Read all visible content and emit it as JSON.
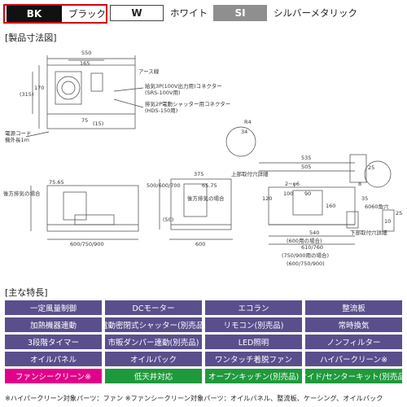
{
  "colors": {
    "items": [
      {
        "code": "BK",
        "name": "ブラック",
        "swatch": "#111111",
        "selected": true
      },
      {
        "code": "W",
        "name": "ホワイト",
        "swatch": "#ffffff",
        "selected": false
      },
      {
        "code": "SI",
        "name": "シルバーメタリック",
        "swatch": "#8f8f8f",
        "selected": false
      }
    ],
    "selected_outline": "#d4000f"
  },
  "drawing": {
    "title": "[製品寸法図]",
    "labels": {
      "d550": "550",
      "d165": "165",
      "earth": "アース線",
      "d315": "(315)",
      "d170": "170",
      "d75a": "75",
      "conn1a": "給気3P(100V出力用)コネクター",
      "conn1b": "(SRS-100V用)",
      "conn2a": "排気2P電動シャッター用コネクター",
      "conn2b": "(HDS-150用)",
      "d15": "(15)",
      "cord1": "電源コード",
      "cord2": "機外長1m",
      "r4": "R4",
      "d34": "34",
      "d535": "535",
      "d505": "505",
      "top_mount": "上部取付穴詳細",
      "d25": "25",
      "d8": "8",
      "d2x6": "2−φ6",
      "d100": "100",
      "d90": "90",
      "d120": "120",
      "d35": "35",
      "d160": "160",
      "d6060": "6060角穴",
      "d375": "375",
      "d6575": "65.75",
      "d7565": "75.65",
      "d500range": "500/600/700",
      "sideflow": "後方排気の場合",
      "d50": "(50)",
      "d600sub": "600/750/900",
      "d600": "600",
      "d540": "540",
      "d610": "610/760",
      "d750": "(750/900用の場合)",
      "d540b": "(600用の場合)",
      "bottom_mount": "下部取付穴詳細",
      "d10": "10",
      "d25b": "25",
      "duct_note": "後方排気の場合",
      "front_dim": "(600/750/900)"
    }
  },
  "features_title": "[主な特長]",
  "features": [
    {
      "label": "一定風量制御",
      "style": "purple"
    },
    {
      "label": "DCモーター",
      "style": "purple"
    },
    {
      "label": "エコラン",
      "style": "purple"
    },
    {
      "label": "整流板",
      "style": "purple"
    },
    {
      "label": "加熱機器連動",
      "style": "purple"
    },
    {
      "label": "電動密閉式シャッター(別売品)",
      "style": "purple"
    },
    {
      "label": "リモコン(別売品)",
      "style": "purple"
    },
    {
      "label": "常時換気",
      "style": "purple"
    },
    {
      "label": "3段階タイマー",
      "style": "purple"
    },
    {
      "label": "市販ダンパー連動(別売品)",
      "style": "purple"
    },
    {
      "label": "LED照明",
      "style": "purple"
    },
    {
      "label": "ノンフィルター",
      "style": "purple"
    },
    {
      "label": "オイルパネル",
      "style": "purple"
    },
    {
      "label": "オイルパック",
      "style": "purple"
    },
    {
      "label": "ワンタッチ着脱ファン",
      "style": "purple"
    },
    {
      "label": "ハイパークリーン※",
      "style": "purple"
    },
    {
      "label": "ファンシークリーン※",
      "style": "pink"
    },
    {
      "label": "低天井対応",
      "style": "green"
    },
    {
      "label": "オープンキッチン(別売品)",
      "style": "green"
    },
    {
      "label": "サイド/センターキット(別売品)",
      "style": "green"
    }
  ],
  "footnote": "※ハイパークリーン対象パーツ：ファン ※ファンシークリーン対象パーツ：オイルパネル、整流板、ケーシング、オイルパック"
}
